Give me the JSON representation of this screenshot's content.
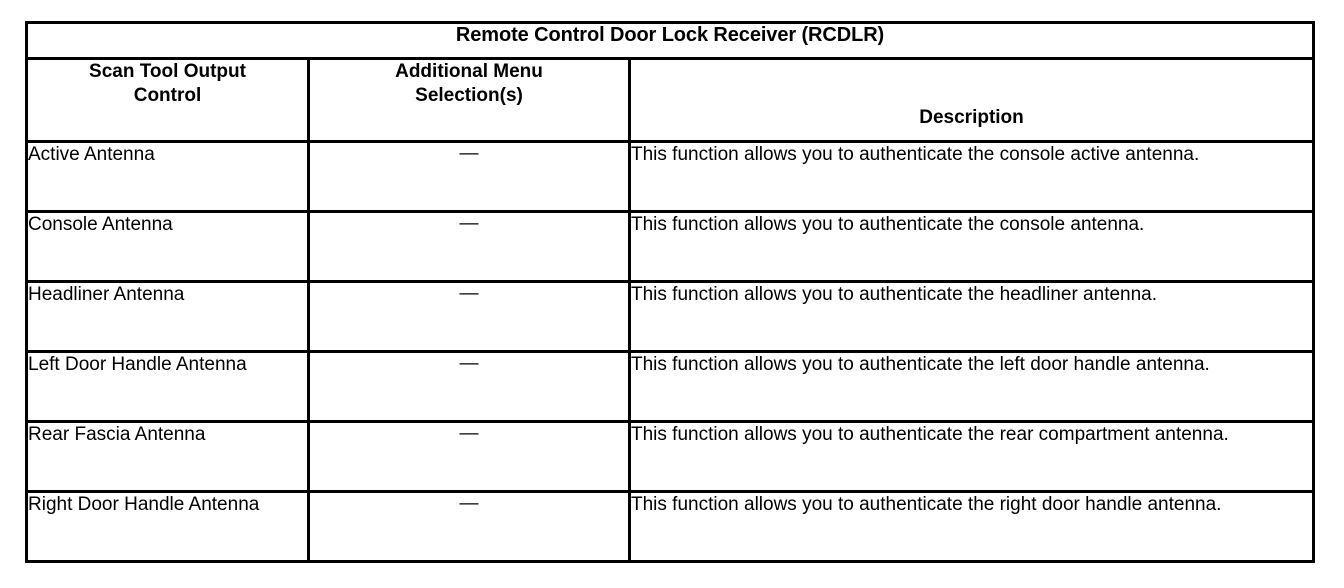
{
  "table": {
    "title": "Remote Control Door Lock Receiver (RCDLR)",
    "columns": [
      {
        "id": "control",
        "label": "Scan Tool Output Control",
        "line1": "Scan Tool Output",
        "line2": "Control"
      },
      {
        "id": "menu",
        "label": "Additional Menu Selection(s)",
        "line1": "Additional Menu",
        "line2": "Selection(s)"
      },
      {
        "id": "description",
        "label": "Description"
      }
    ],
    "rows": [
      {
        "control": "Active Antenna",
        "menu": "—",
        "description": "This function allows you to authenticate the console active antenna."
      },
      {
        "control": "Console Antenna",
        "menu": "—",
        "description": "This function allows you to authenticate the console antenna."
      },
      {
        "control": "Headliner Antenna",
        "menu": "—",
        "description": "This function allows you to authenticate the headliner antenna."
      },
      {
        "control": "Left Door Handle Antenna",
        "menu": "—",
        "description": "This function allows you to authenticate the left door handle antenna."
      },
      {
        "control": "Rear Fascia Antenna",
        "menu": "—",
        "description": "This function allows you to authenticate the rear compartment antenna."
      },
      {
        "control": "Right Door Handle Antenna",
        "menu": "—",
        "description": "This function allows you to authenticate the right door handle antenna."
      }
    ]
  },
  "colors": {
    "border": "#000000",
    "text": "#000000",
    "background": "#ffffff"
  }
}
